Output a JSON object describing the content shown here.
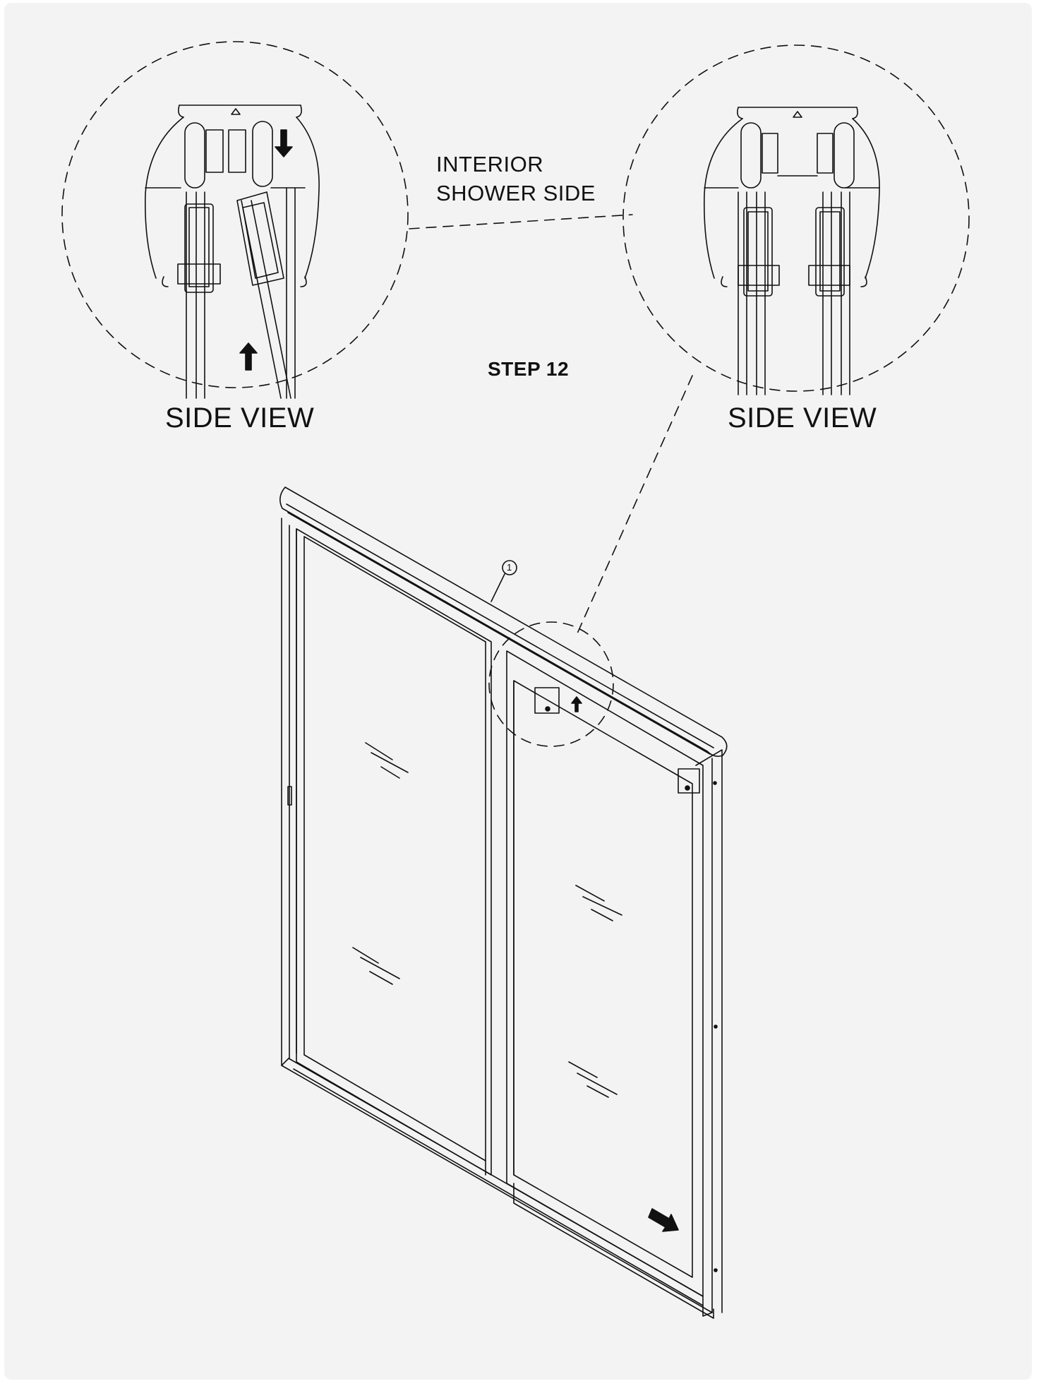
{
  "step_title": "STEP 12",
  "labels": {
    "interior_line1": "INTERIOR",
    "interior_line2": "SHOWER SIDE",
    "side_view_left": "SIDE VIEW",
    "side_view_right": "SIDE VIEW",
    "part_callout": "1"
  },
  "colors": {
    "background": "#f3f3f3",
    "linework": "#111111",
    "arrow_fill": "#111111"
  },
  "icons": [
    "arrow-up-icon",
    "arrow-down-icon",
    "arrow-right-icon"
  ]
}
